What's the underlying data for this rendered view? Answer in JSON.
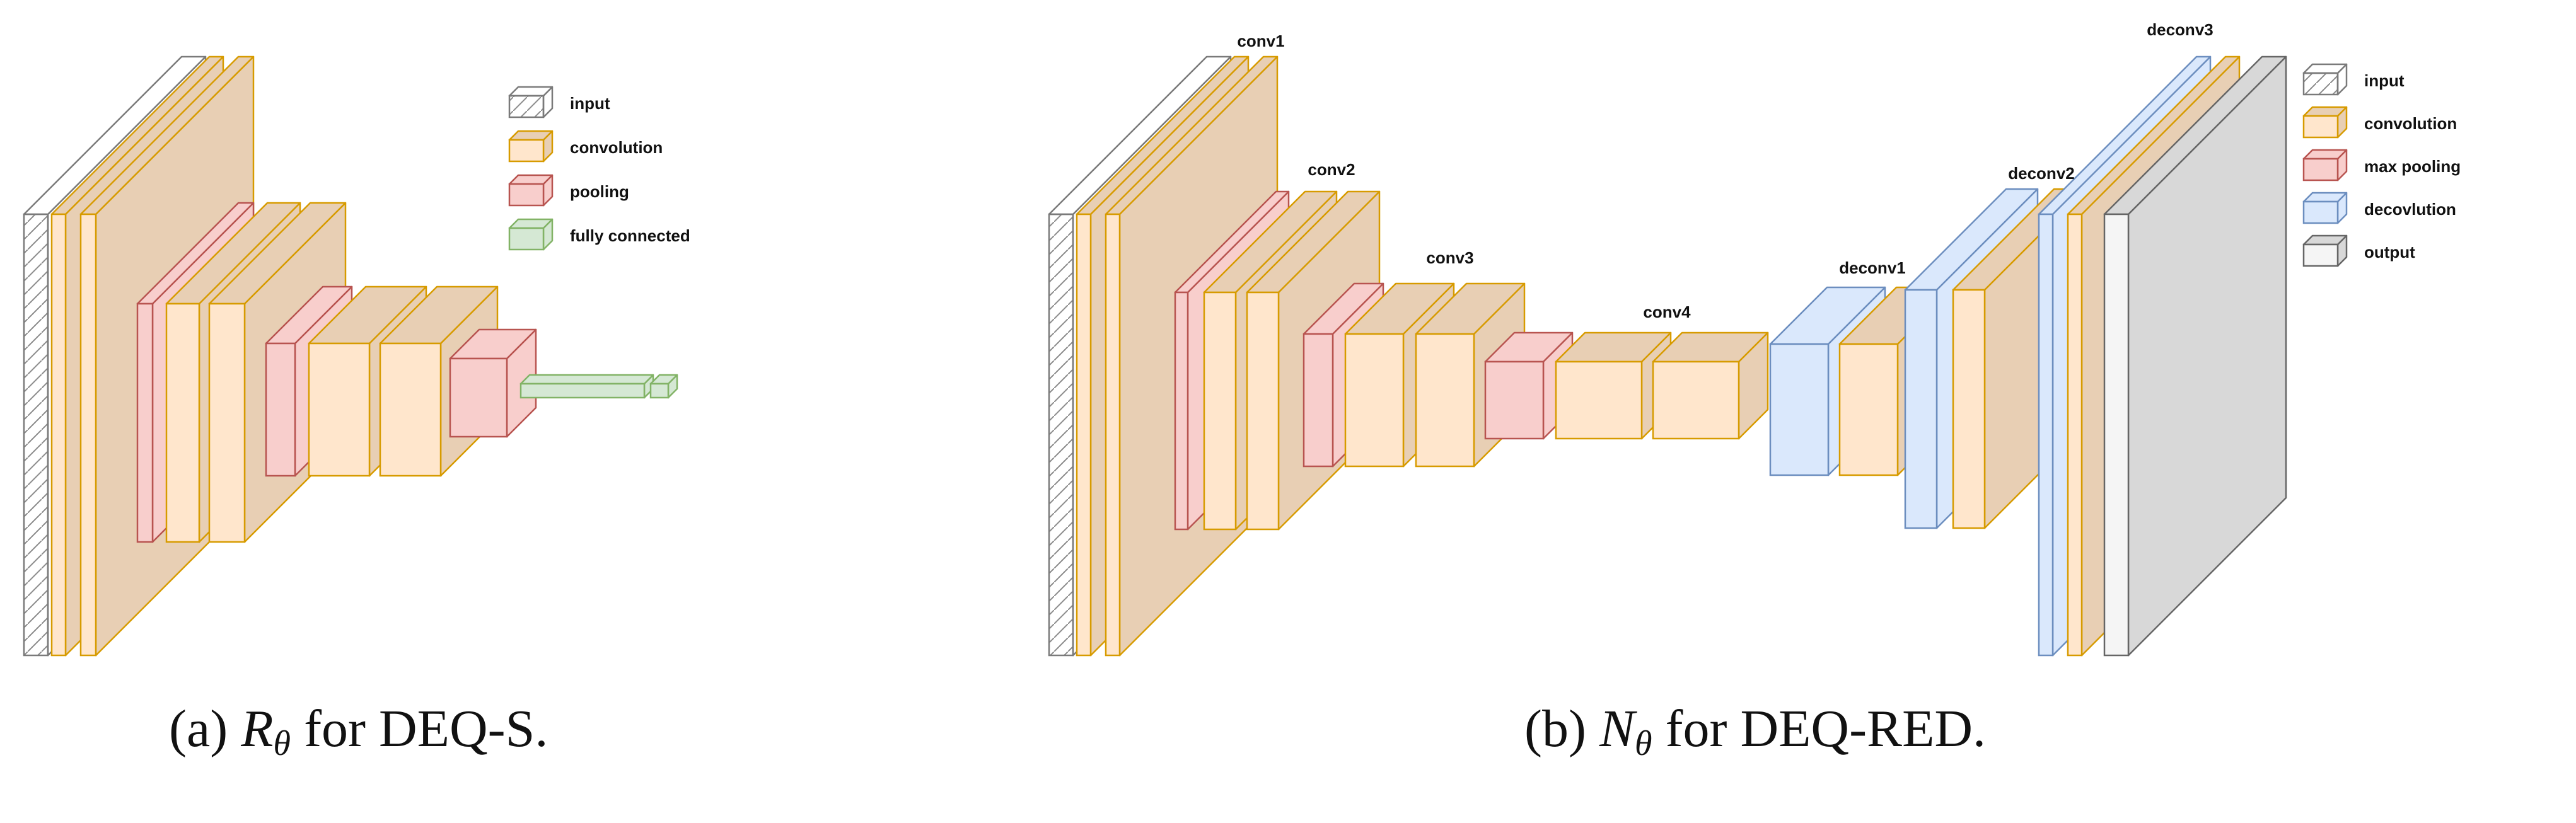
{
  "colors": {
    "input_face": "#ffffff",
    "input_stroke": "#7a7a7a",
    "conv_face": "#ffe6cc",
    "conv_stroke": "#d79b00",
    "conv_depth": "#e8cfb4",
    "pool_face": "#f8cecc",
    "pool_stroke": "#b85450",
    "fc_face": "#d5e8d4",
    "fc_stroke": "#82b366",
    "deconv_face": "#dae8fc",
    "deconv_stroke": "#6c8ebf",
    "output_face": "#f5f5f5",
    "output_stroke": "#666666",
    "output_depth": "#d8d8d8"
  },
  "legend_a": {
    "items": [
      {
        "label": "input",
        "kind": "input"
      },
      {
        "label": "convolution",
        "kind": "conv"
      },
      {
        "label": "pooling",
        "kind": "pool"
      },
      {
        "label": "fully connected",
        "kind": "fc"
      }
    ]
  },
  "legend_b": {
    "items": [
      {
        "label": "input",
        "kind": "input"
      },
      {
        "label": "convolution",
        "kind": "conv"
      },
      {
        "label": "max pooling",
        "kind": "pool"
      },
      {
        "label": "decovlution",
        "kind": "deconv"
      },
      {
        "label": "output",
        "kind": "output"
      }
    ]
  },
  "network_b": {
    "block_labels": [
      "conv1",
      "conv2",
      "conv3",
      "conv4",
      "deconv1",
      "deconv2",
      "deconv3"
    ]
  },
  "captions": {
    "a": {
      "prefix": "(a) ",
      "symbol": "R",
      "subscript": "θ",
      "suffix": " for DEQ-S."
    },
    "b": {
      "prefix": "(b) ",
      "symbol": "N",
      "subscript": "θ",
      "suffix": " for DEQ-RED."
    }
  }
}
